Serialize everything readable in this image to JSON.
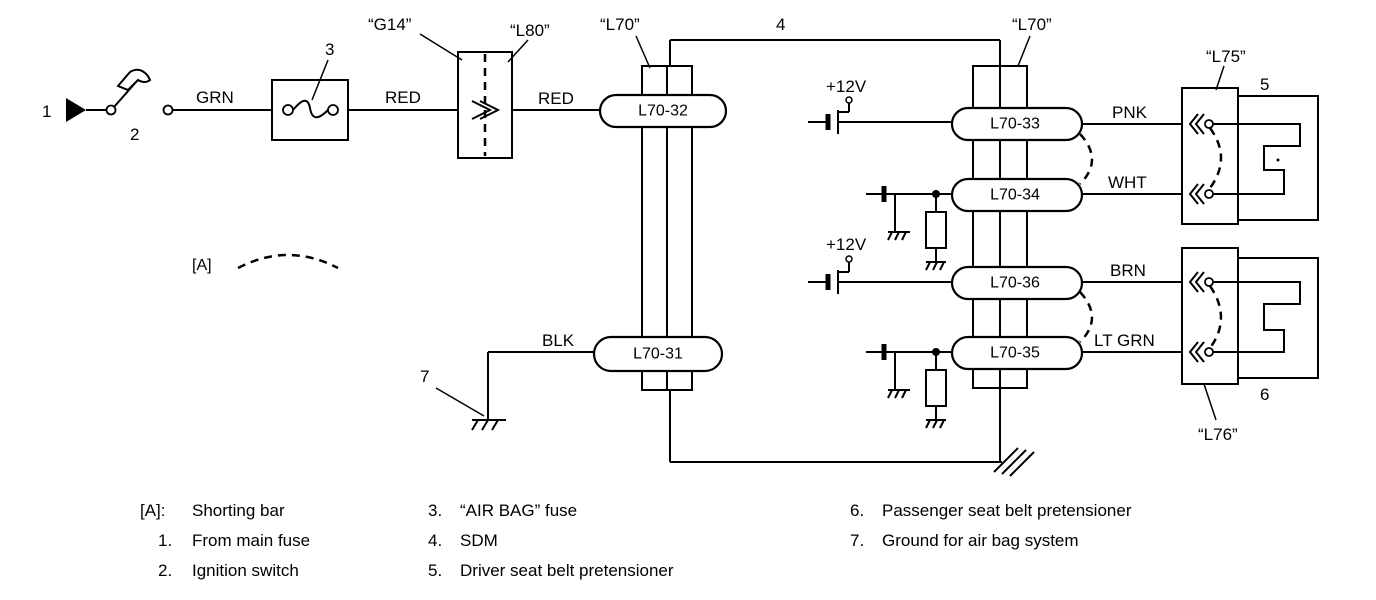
{
  "labels": {
    "n1": "1",
    "n2": "2",
    "n3": "3",
    "n4": "4",
    "n5": "5",
    "n6": "6",
    "n7": "7",
    "g14": "“G14”",
    "l80": "“L80”",
    "l70_left": "“L70”",
    "l70_right": "“L70”",
    "l75": "“L75”",
    "l76": "“L76”",
    "a_marker": "[A]",
    "v12_top": "+12V",
    "v12_bottom": "+12V"
  },
  "wires": {
    "grn": "GRN",
    "red1": "RED",
    "red2": "RED",
    "blk": "BLK",
    "pnk": "PNK",
    "wht": "WHT",
    "brn": "BRN",
    "ltgrn": "LT GRN"
  },
  "connectors": {
    "c32": "L70-32",
    "c31": "L70-31",
    "c33": "L70-33",
    "c34": "L70-34",
    "c36": "L70-36",
    "c35": "L70-35"
  },
  "legend": [
    {
      "key": "[A]:",
      "text": "Shorting bar"
    },
    {
      "key": "1.",
      "text": "From main fuse"
    },
    {
      "key": "2.",
      "text": "Ignition switch"
    },
    {
      "key": "3.",
      "text": "“AIR BAG” fuse"
    },
    {
      "key": "4.",
      "text": "SDM"
    },
    {
      "key": "5.",
      "text": "Driver seat belt pretensioner"
    },
    {
      "key": "6.",
      "text": "Passenger seat belt pretensioner"
    },
    {
      "key": "7.",
      "text": "Ground for air bag system"
    }
  ]
}
